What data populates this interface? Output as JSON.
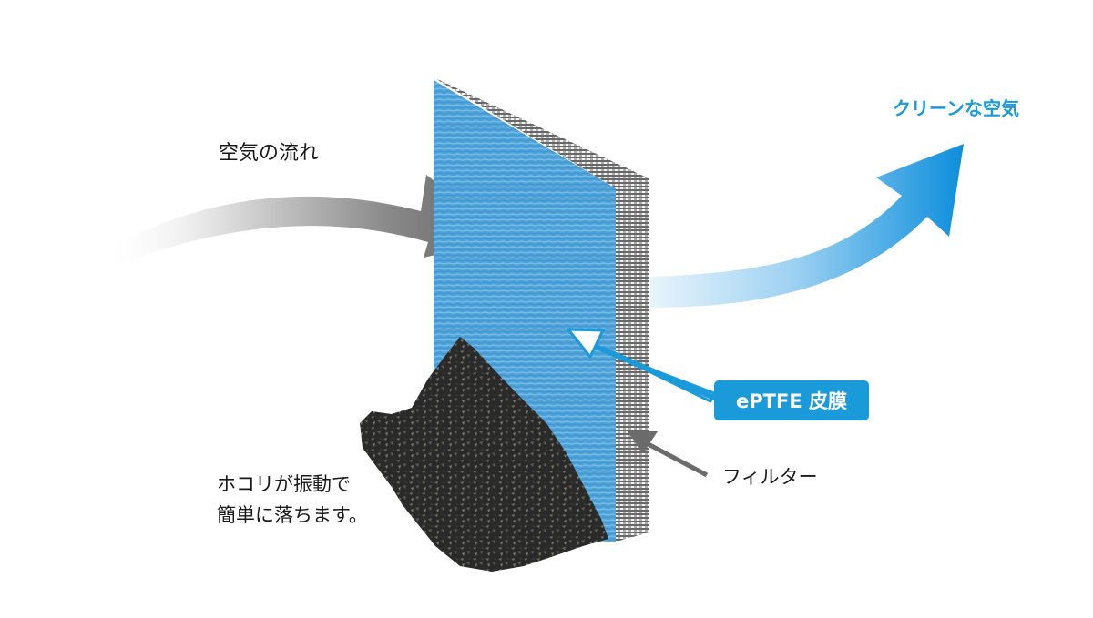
{
  "labels": {
    "airflow": "空気の流れ",
    "clean_air": "クリーンな空気",
    "membrane": "ePTFE 皮膜",
    "filter": "フィルター",
    "dust_line1": "ホコリが振動で",
    "dust_line2": "簡単に落ちます。"
  },
  "colors": {
    "membrane_blue": "#5aa9dd",
    "accent_blue": "#1a9ad9",
    "airflow_gray": "#6b6b6b",
    "filter_texture": "#333333",
    "dust_dark": "#2b2b2b"
  },
  "icons": {
    "incoming_air": "curved-arrow-gray",
    "outgoing_air": "curved-arrow-blue",
    "membrane_pointer": "arrow-outline-blue",
    "filter_pointer": "arrow-gray"
  }
}
